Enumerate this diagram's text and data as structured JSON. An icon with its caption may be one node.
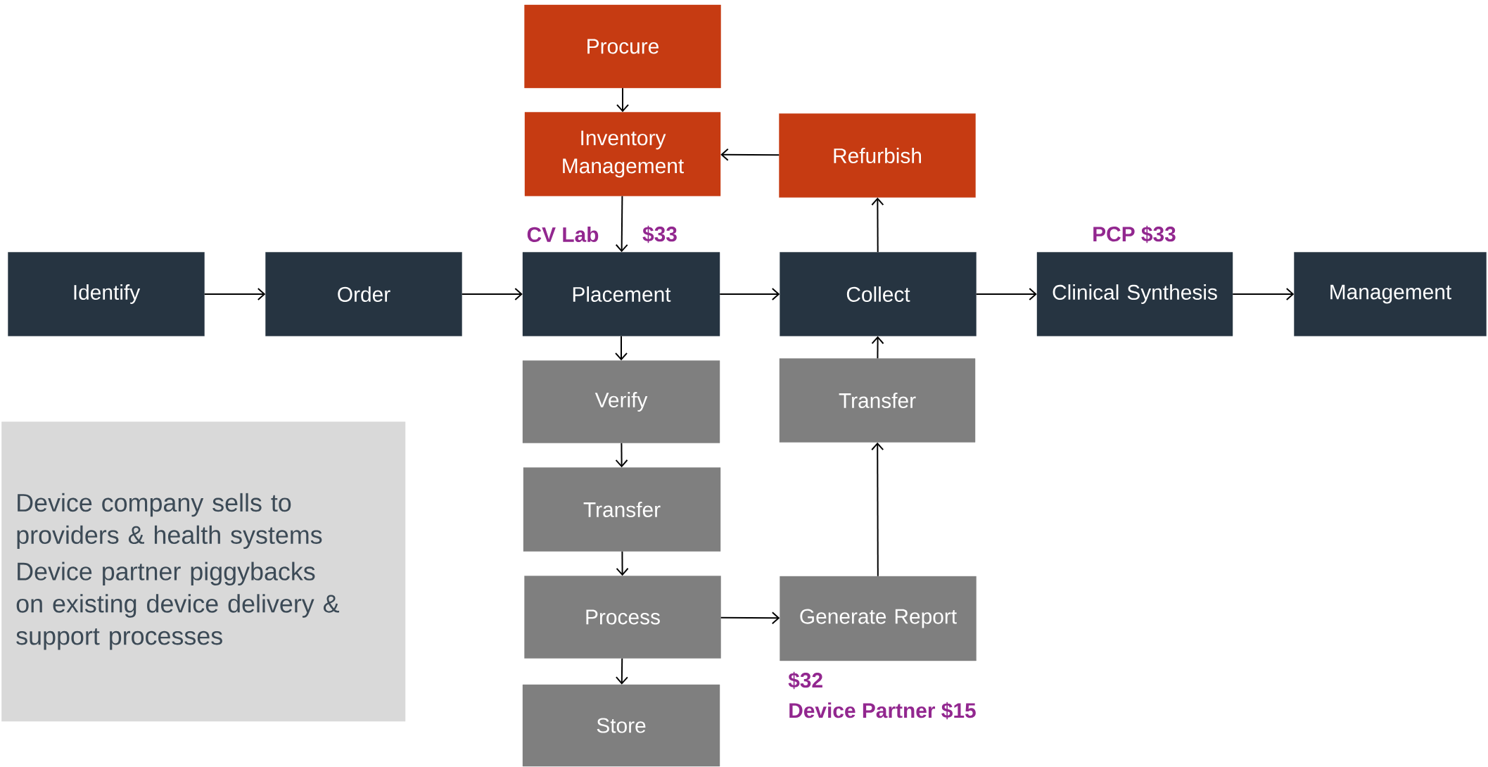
{
  "diagram": {
    "nodes": [
      {
        "text": [
          "Procure"
        ]
      },
      {
        "text": [
          "Inventory Management"
        ]
      },
      {
        "text": [
          "Refurbish"
        ]
      },
      {
        "text": [
          "Identify"
        ]
      },
      {
        "text": [
          "Order"
        ]
      },
      {
        "text": [
          "Placement"
        ]
      },
      {
        "text": [
          "Collect"
        ]
      },
      {
        "text": [
          "Clinical Synthesis"
        ]
      },
      {
        "text": [
          "Management"
        ]
      },
      {
        "text": [
          "Verify"
        ]
      },
      {
        "text": [
          "Transfer"
        ]
      },
      {
        "text": [
          "Transfer"
        ]
      },
      {
        "text": [
          "Process"
        ]
      },
      {
        "text": [
          "Generate Report"
        ]
      },
      {
        "text": [
          "Store"
        ]
      },
      {
        "text": [
          "Device company sells to providers & health systems",
          "Device partner piggybacks on existing device delivery & support processes"
        ]
      }
    ],
    "edges": [
      {
        "from": 0,
        "to": 1,
        "arrow": "to"
      },
      {
        "from": 2,
        "to": 1,
        "arrow": "to"
      },
      {
        "from": 1,
        "to": 5,
        "arrow": "to"
      },
      {
        "from": 3,
        "to": 4,
        "arrow": "to"
      },
      {
        "from": 4,
        "to": 5,
        "arrow": "to"
      },
      {
        "from": 5,
        "to": 6,
        "arrow": "to"
      },
      {
        "from": 6,
        "to": 2,
        "arrow": "to"
      },
      {
        "from": 6,
        "to": 7,
        "arrow": "to"
      },
      {
        "from": 7,
        "to": 8,
        "arrow": "to"
      },
      {
        "from": 5,
        "to": 9,
        "arrow": "to"
      },
      {
        "from": 9,
        "to": 11,
        "arrow": "to"
      },
      {
        "from": 11,
        "to": 12,
        "arrow": "to"
      },
      {
        "from": 12,
        "to": 14,
        "arrow": "to"
      },
      {
        "from": 12,
        "to": 13,
        "arrow": "to"
      },
      {
        "from": 13,
        "to": 10,
        "arrow": "to"
      },
      {
        "from": 10,
        "to": 6,
        "arrow": "to"
      }
    ],
    "labels": [
      "CV Lab",
      "$33",
      "PCP $33",
      "$32",
      "Device Partner $15"
    ]
  }
}
